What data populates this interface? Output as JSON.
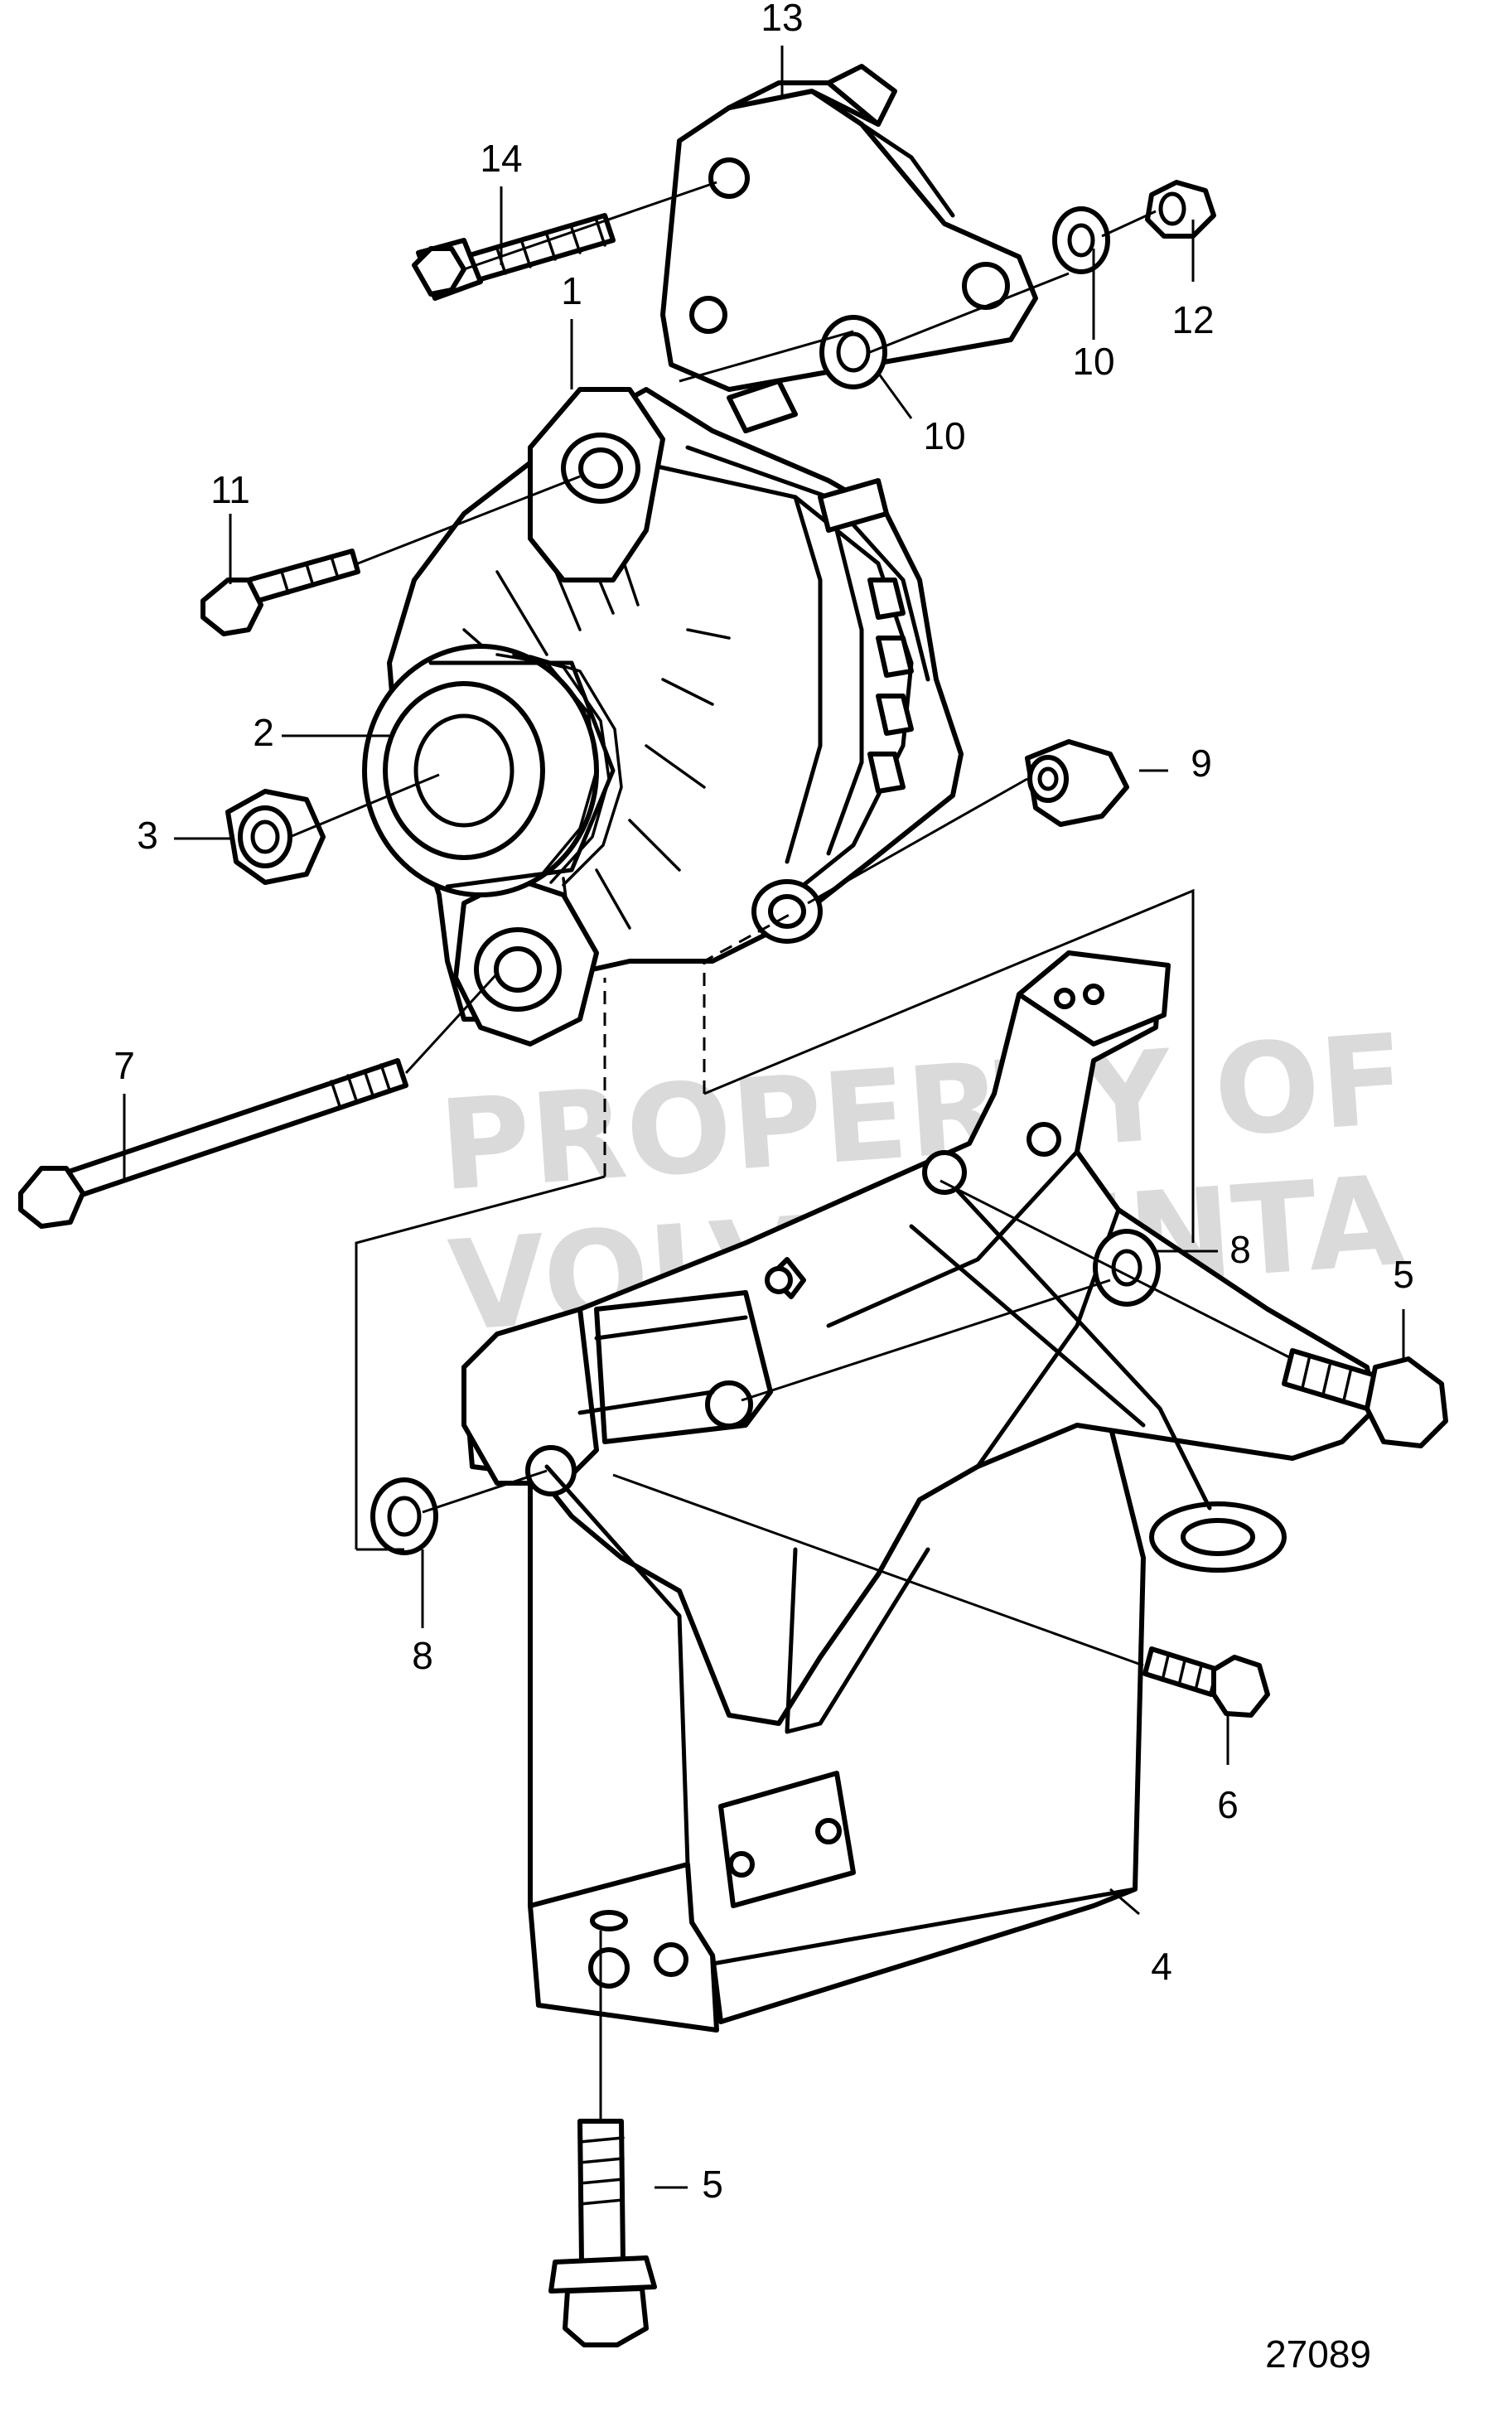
{
  "drawing_number": "27089",
  "watermark": [
    "PROPERTY OF",
    "VOLVO PENTA"
  ],
  "callouts": [
    "13",
    "14",
    "1",
    "12",
    "10",
    "10",
    "11",
    "2",
    "3",
    "9",
    "7",
    "8",
    "5",
    "8",
    "6",
    "4",
    "5"
  ]
}
